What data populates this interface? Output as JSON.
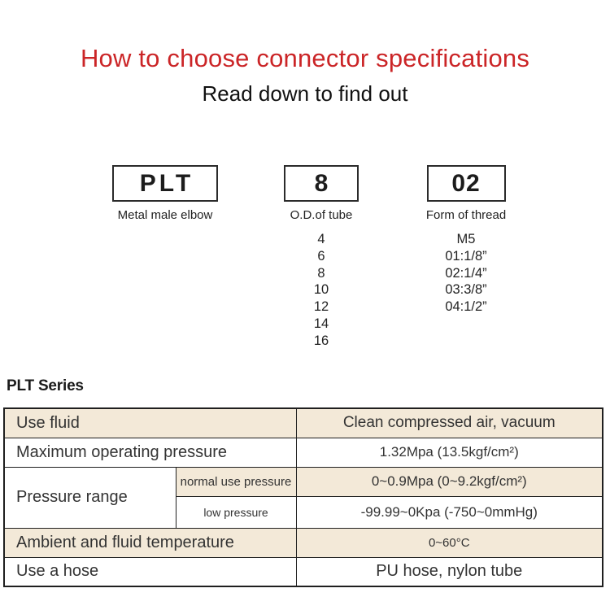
{
  "colors": {
    "accent_red": "#cb2527",
    "table_beige": "#f3e9d8",
    "border_dark": "#1f1f1f"
  },
  "header": {
    "title": "How to choose connector specifications",
    "subtitle": "Read down to find out"
  },
  "builder": {
    "columns": [
      {
        "code": "PLT",
        "label": "Metal male elbow",
        "options": []
      },
      {
        "code": "8",
        "label": "O.D.of tube",
        "options": [
          "4",
          "6",
          "8",
          "10",
          "12",
          "14",
          "16"
        ]
      },
      {
        "code": "02",
        "label": "Form of thread",
        "options": [
          "M5",
          "01:1/8”",
          "02:1/4”",
          "03:3/8”",
          "04:1/2”"
        ]
      }
    ]
  },
  "series_heading": "PLT Series",
  "spec_table": {
    "use_fluid": {
      "label": "Use fluid",
      "value": "Clean compressed air, vacuum"
    },
    "max_pressure": {
      "label": "Maximum operating pressure",
      "value": "1.32Mpa (13.5kgf/cm²)"
    },
    "pressure_range": {
      "label": "Pressure range",
      "normal": {
        "label": "normal use pressure",
        "value": "0~0.9Mpa (0~9.2kgf/cm²)"
      },
      "low": {
        "label": "low pressure",
        "value": "-99.99~0Kpa (-750~0mmHg)"
      }
    },
    "ambient": {
      "label": "Ambient and fluid temperature",
      "value": "0~60°C"
    },
    "hose": {
      "label": "Use a hose",
      "value": "PU hose, nylon tube"
    }
  }
}
